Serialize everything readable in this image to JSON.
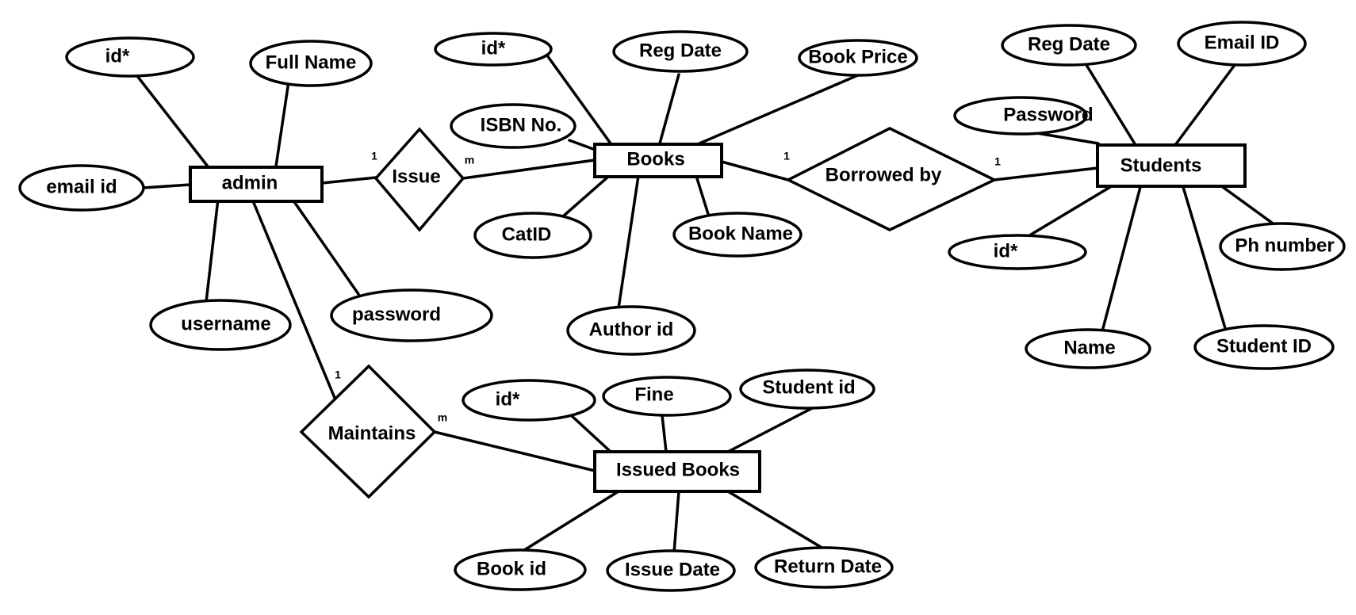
{
  "entities": {
    "admin": "admin",
    "books": "Books",
    "students": "Students",
    "issued_books": "Issued Books"
  },
  "relationships": {
    "issue": "Issue",
    "borrowed_by": "Borrowed by",
    "maintains": "Maintains"
  },
  "attributes": {
    "admin": [
      "id*",
      "Full Name",
      "email id",
      "username",
      "password"
    ],
    "books": [
      "id*",
      "Reg Date",
      "Book Price",
      "ISBN No.",
      "CatID",
      "Book Name",
      "Author id"
    ],
    "students": [
      "Reg Date",
      "Email ID",
      "Password",
      "id*",
      "Ph number",
      "Name",
      "Student ID"
    ],
    "issued_books": [
      "id*",
      "Fine",
      "Student id",
      "Book id",
      "Issue Date",
      "Return Date"
    ]
  },
  "cardinalities": {
    "issue_admin": "1",
    "issue_books": "m",
    "borrowed_books": "1",
    "borrowed_students": "1",
    "maintains_admin": "1",
    "maintains_issued": "m"
  },
  "colors": {
    "stroke": "#000000",
    "background": "#ffffff"
  }
}
